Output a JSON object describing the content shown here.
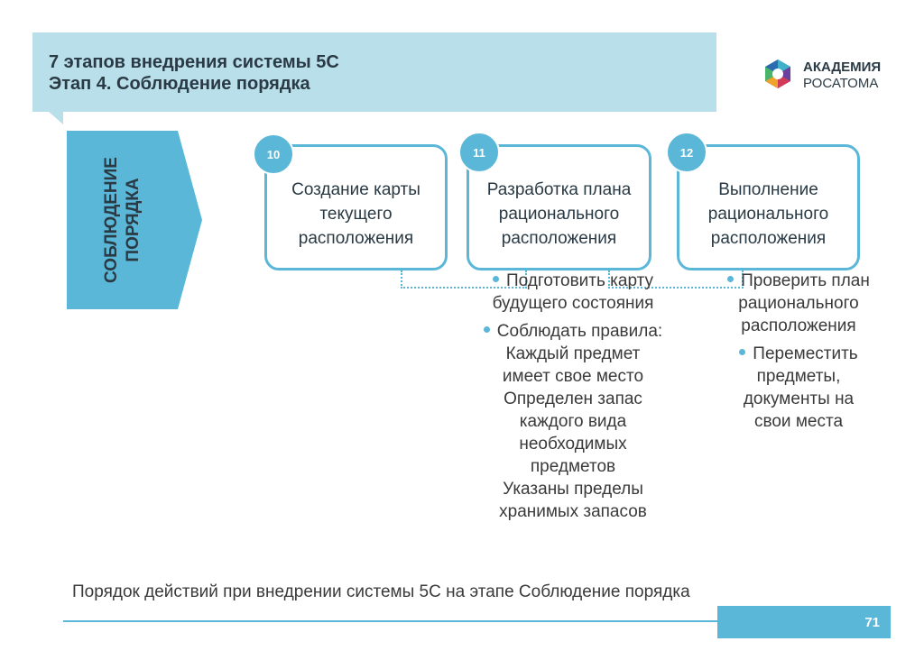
{
  "header": {
    "title_line1": "7 этапов внедрения системы 5С",
    "title_line2": "Этап 4. Соблюдение порядка"
  },
  "logo": {
    "line1": "АКАДЕМИЯ",
    "line2": "РОСАТОМА",
    "icon": "rosatom-logo-icon"
  },
  "side_label": {
    "line1": "СОБЛЮДЕНИЕ",
    "line2": "ПОРЯДКА"
  },
  "steps": [
    {
      "number": "10",
      "text": "Создание карты\nтекущего\nрасположения"
    },
    {
      "number": "11",
      "text": "Разработка плана\nрационального\nрасположения"
    },
    {
      "number": "12",
      "text": "Выполнение\nрационального\nрасположения"
    }
  ],
  "bullets_step11": [
    "Подготовить карту\nбудущего состояния",
    "Соблюдать правила:\nКаждый предмет\nимеет свое место\nОпределен запас\nкаждого вида\nнеобходимых\nпредметов\nУказаны пределы\nхранимых запасов"
  ],
  "bullets_step12": [
    "Проверить план\nрационального\nрасположения",
    "Переместить\nпредметы,\nдокументы на\nсвои места"
  ],
  "caption": "Порядок действий при внедрении системы 5С на этапе Соблюдение порядка",
  "page_number": "71",
  "colors": {
    "accent": "#5bb7d8",
    "title_band": "#b9dfea",
    "text": "#2a3a44"
  }
}
